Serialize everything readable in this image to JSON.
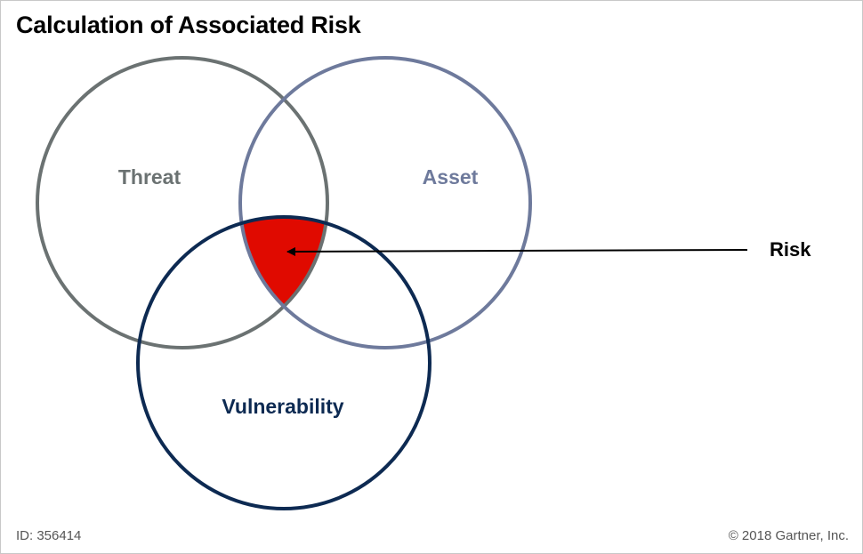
{
  "title": "Calculation of Associated Risk",
  "circles": {
    "threat": {
      "label": "Threat",
      "color": "#6b7272"
    },
    "asset": {
      "label": "Asset",
      "color": "#6e7a9c"
    },
    "vulnerability": {
      "label": "Vulnerability",
      "color": "#0d2a52"
    }
  },
  "intersection": {
    "fill_color": "#e00a00"
  },
  "callout": {
    "label": "Risk",
    "color": "#000000"
  },
  "footer": {
    "id_text": "ID: 356414",
    "copyright": "© 2018 Gartner, Inc."
  }
}
